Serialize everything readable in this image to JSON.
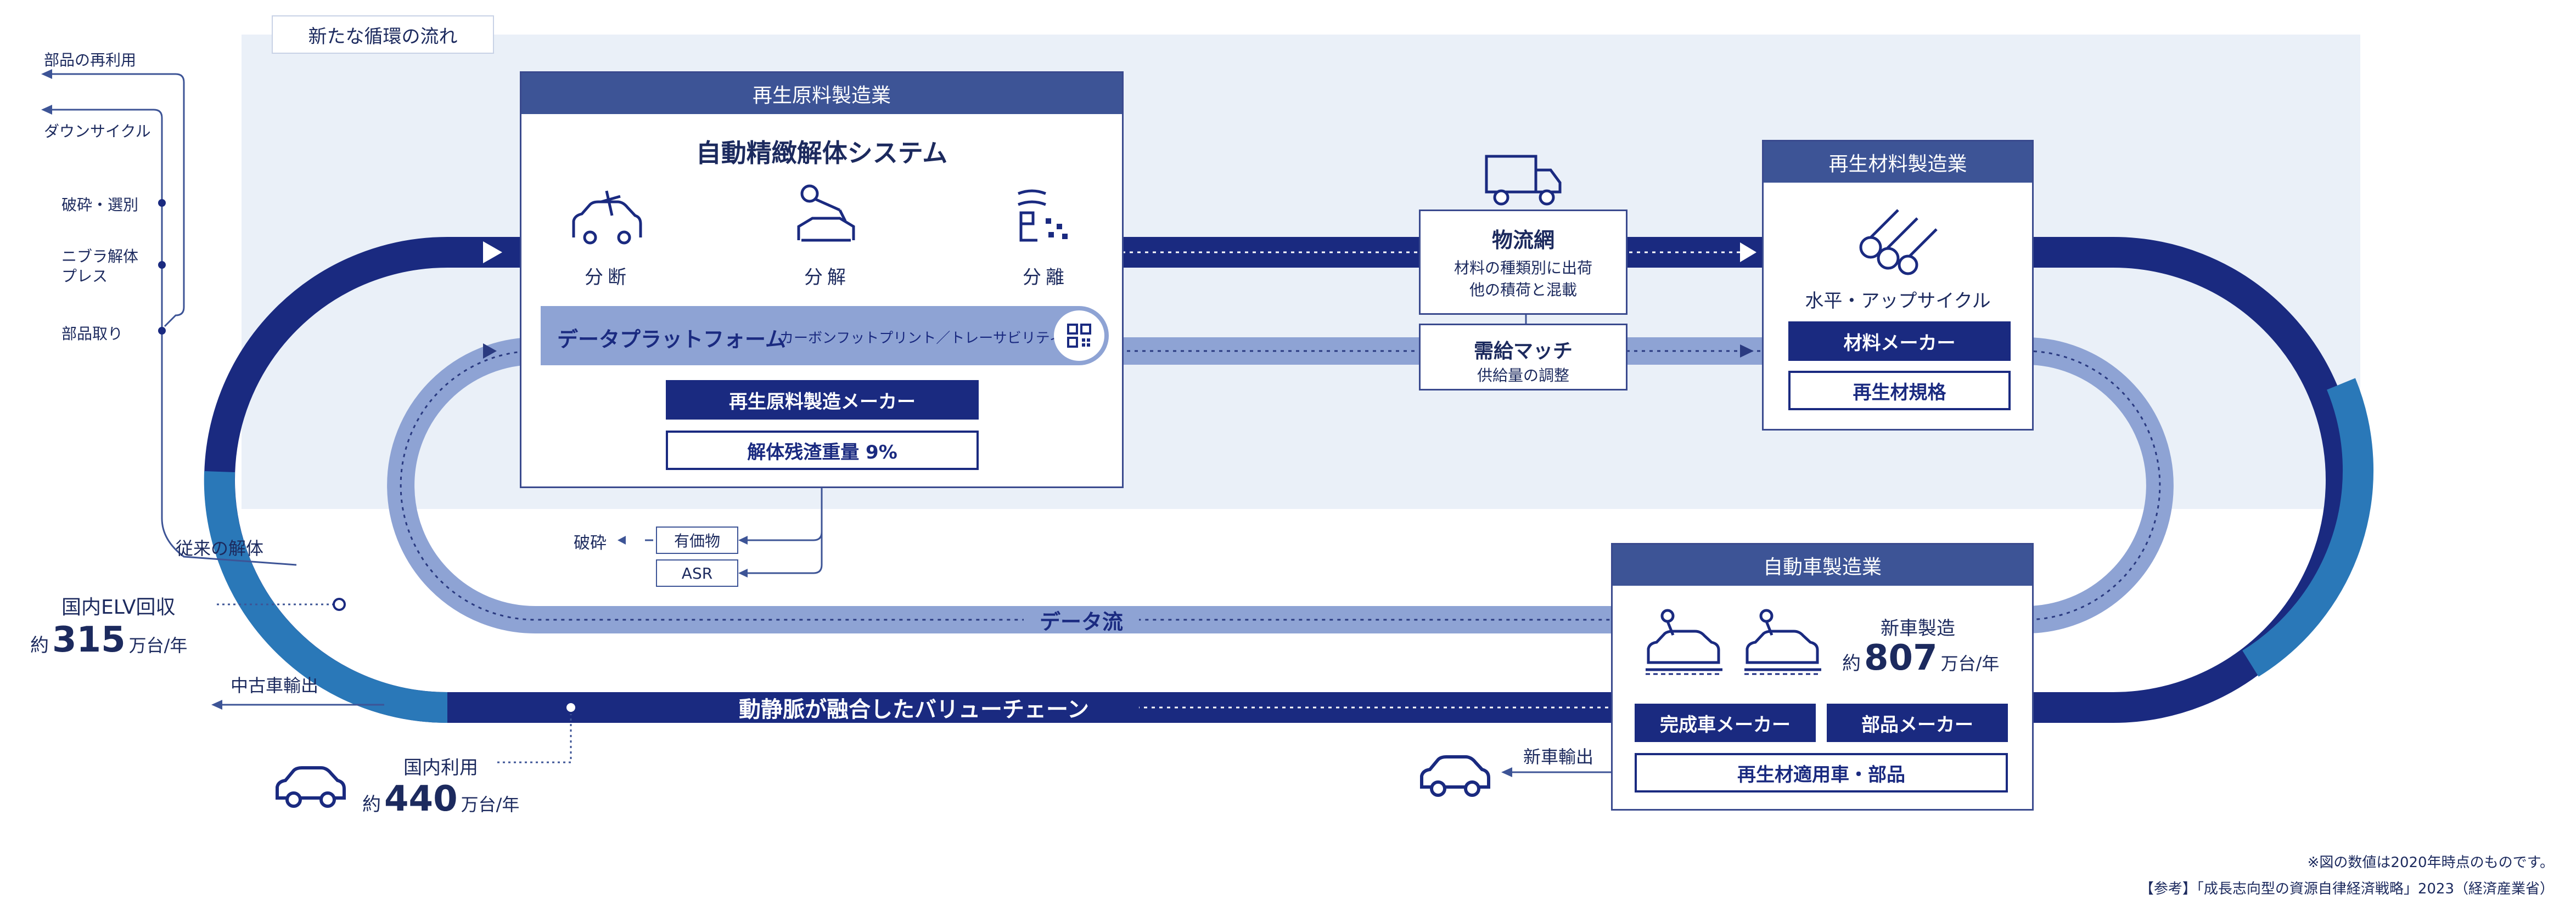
{
  "flow_label": "新たな循環の流れ",
  "left_labels": {
    "reuse": "部品の再利用",
    "downcycle": "ダウンサイクル",
    "crush_sort": "破砕・選別",
    "nibbler_press": "ニブラ解体\nプレス",
    "parts_pick": "部品取り",
    "conventional": "従来の解体"
  },
  "elv": {
    "label": "国内ELV回収",
    "prefix": "約",
    "value": "315",
    "unit": "万台/年"
  },
  "used_export": "中古車輸出",
  "domestic": {
    "label": "国内利用",
    "prefix": "約",
    "value": "440",
    "unit": "万台/年"
  },
  "recycled_raw": {
    "header": "再生原料製造業",
    "system_title": "自動精緻解体システム",
    "steps": [
      "分断",
      "分解",
      "分離"
    ],
    "platform_label": "データプラットフォーム",
    "platform_sub": "カーボンフットプリント／トレーサビリティ",
    "maker": "再生原料製造メーカー",
    "residue": "解体残渣重量 9%"
  },
  "crush_out": {
    "label": "破砕",
    "items": [
      "有価物",
      "ASR"
    ]
  },
  "logistics": {
    "title": "物流網",
    "line1": "材料の種類別に出荷",
    "line2": "他の積荷と混載"
  },
  "matching": {
    "title": "需給マッチ",
    "sub": "供給量の調整"
  },
  "recycled_material": {
    "header": "再生材料製造業",
    "label": "水平・アップサイクル",
    "maker": "材料メーカー",
    "standard": "再生材規格"
  },
  "auto": {
    "header": "自動車製造業",
    "new_label": "新車製造",
    "prefix": "約",
    "value": "807",
    "unit": "万台/年",
    "finished_maker": "完成車メーカー",
    "parts_maker": "部品メーカー",
    "applied": "再生材適用車・部品"
  },
  "new_export": "新車輸出",
  "data_flow": "データ流",
  "value_chain": "動静脈が融合したバリューチェーン",
  "footnote1": "※図の数値は2020年時点のものです。",
  "footnote2": "【参考】「成長志向型の資源自律経済戦略」2023（経済産業省）",
  "colors": {
    "navy": "#1a2a80",
    "mid": "#3d5496",
    "light": "#8ea3d4",
    "bg": "#eaf0f8",
    "cyan": "#2a78b8"
  }
}
